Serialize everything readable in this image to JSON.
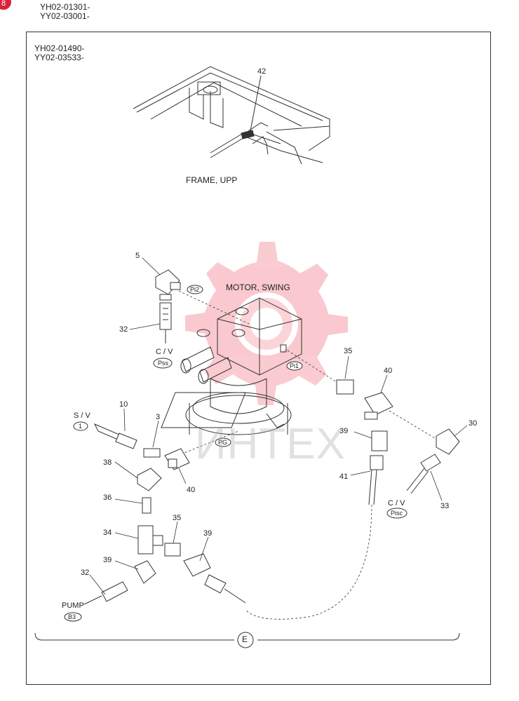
{
  "header": {
    "badge": "8",
    "serial_line1": "YH02-01301-",
    "serial_line2": "YY02-03001-"
  },
  "inner_serial": {
    "line1": "YH02-01490-",
    "line2": "YY02-03533-"
  },
  "titles": {
    "frame": "FRAME, UPP",
    "motor": "MOTOR, SWING"
  },
  "ports": {
    "pi2": "Pi2",
    "pi1": "Pi1",
    "pss": "Pss",
    "pg": "PG",
    "psv1": "1",
    "pisc": "Pisc",
    "b3": "B3",
    "section": "E"
  },
  "connections": {
    "cv_left": "C / V",
    "sv": "S / V",
    "cv_right": "C / V",
    "pump": "PUMP"
  },
  "parts": {
    "p42": "42",
    "p5": "5",
    "p32a": "32",
    "p10": "10",
    "p3": "3",
    "p38": "38",
    "p40a": "40",
    "p36": "36",
    "p34": "34",
    "p35a": "35",
    "p39a": "39",
    "p39b": "39",
    "p32b": "32",
    "p35b": "35",
    "p40b": "40",
    "p39c": "39",
    "p41": "41",
    "p30": "30",
    "p33": "33"
  },
  "watermark": {
    "text": "ИНТЕХ",
    "color": "#e8102a"
  }
}
